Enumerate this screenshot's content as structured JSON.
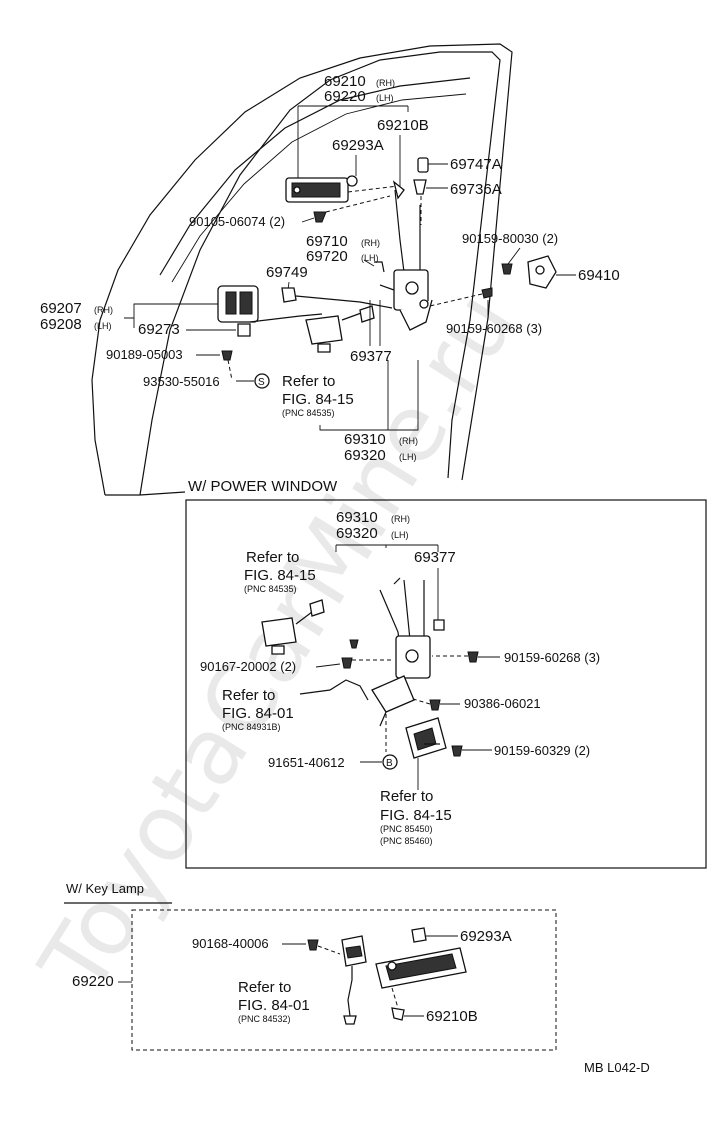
{
  "watermark": "ToyotaCarMine.ru",
  "door_labels": {
    "p69210": "69210",
    "p69220": "69220",
    "rh": "(RH)",
    "lh": "(LH)",
    "p69210B": "69210B",
    "p69293A": "69293A",
    "p69747A": "69747A",
    "p69736A": "69736A",
    "p90105": "90105-06074 (2)",
    "p69710": "69710",
    "p69720": "69720",
    "p90159_80030": "90159-80030 (2)",
    "p69749": "69749",
    "p69410": "69410",
    "p69207": "69207",
    "p69208": "69208",
    "p69273": "69273",
    "p90159_60268": "90159-60268 (3)",
    "p90189": "90189-05003",
    "p69377": "69377",
    "p93530": "93530-55016",
    "s_marker": "S",
    "refer_to": "Refer to",
    "fig_84_15": "FIG. 84-15",
    "pnc_84535": "(PNC 84535)",
    "p69310": "69310",
    "p69320": "69320"
  },
  "power_window": {
    "title": "W/ POWER WINDOW",
    "p69310": "69310",
    "p69320": "69320",
    "rh": "(RH)",
    "lh": "(LH)",
    "refer_to_1": "Refer to",
    "fig_1": "FIG. 84-15",
    "pnc_1": "(PNC 84535)",
    "p69377": "69377",
    "p90167": "90167-20002 (2)",
    "p90159_60268": "90159-60268 (3)",
    "refer_to_2": "Refer to",
    "fig_2": "FIG. 84-01",
    "pnc_2": "(PNC 84931B)",
    "p90386": "90386-06021",
    "p91651": "91651-40612",
    "b_marker": "B",
    "p90159_60329": "90159-60329 (2)",
    "refer_to_3": "Refer to",
    "fig_3": "FIG. 84-15",
    "pnc_3a": "(PNC 85450)",
    "pnc_3b": "(PNC 85460)"
  },
  "key_lamp": {
    "title": "W/ Key Lamp",
    "p90168": "90168-40006",
    "p69293A": "69293A",
    "p69220": "69220",
    "refer_to": "Refer to",
    "fig": "FIG. 84-01",
    "pnc": "(PNC 84532)",
    "p69210B": "69210B"
  },
  "footer_code": "MB L042-D"
}
